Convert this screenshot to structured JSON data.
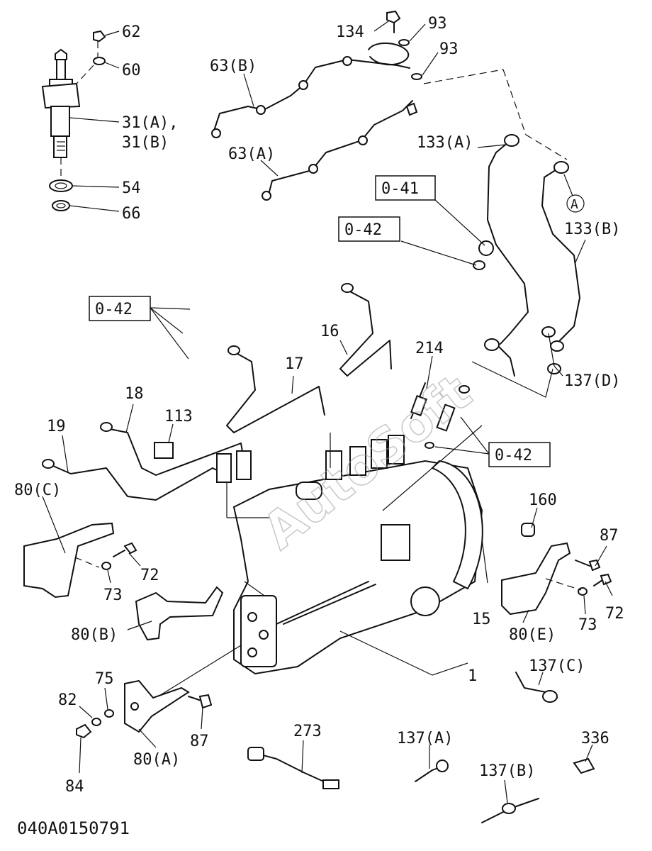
{
  "diagram": {
    "watermark": "AutoSoft",
    "drawing_code": "040A0150791",
    "labels": {
      "l62": "62",
      "l60": "60",
      "l31": "31(A),",
      "l31b": "31(B)",
      "l54": "54",
      "l66": "66",
      "l134": "134",
      "l93a": "93",
      "l93b": "93",
      "l63b": "63(B)",
      "l63a": "63(A)",
      "l133a": "133(A)",
      "lA": "A",
      "l133b": "133(B)",
      "l041": "0-41",
      "l042a": "0-42",
      "l042b": "0-42",
      "l042c": "0-42",
      "l16": "16",
      "l17": "17",
      "l18": "18",
      "l19": "19",
      "l214": "214",
      "l137d": "137(D)",
      "l113": "113",
      "l80c": "80(C)",
      "l73a": "73",
      "l72a": "72",
      "l80b": "80(B)",
      "l160": "160",
      "l87a": "87",
      "l72b": "72",
      "l73b": "73",
      "l80e": "80(E)",
      "l15": "15",
      "l1": "1",
      "l137c": "137(C)",
      "l75": "75",
      "l82": "82",
      "l84": "84",
      "l87b": "87",
      "l80a": "80(A)",
      "l273": "273",
      "l137a": "137(A)",
      "l336": "336",
      "l137b": "137(B)"
    }
  }
}
